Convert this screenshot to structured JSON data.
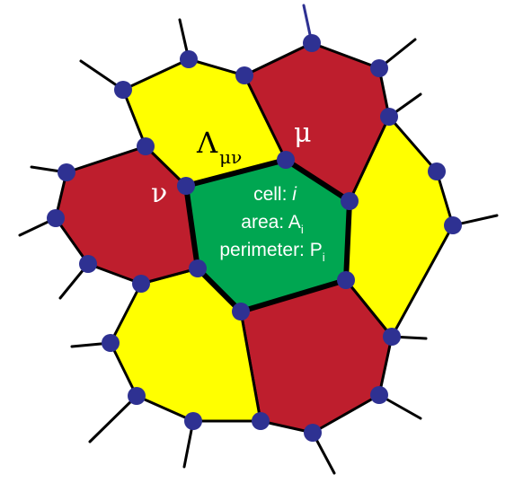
{
  "colors": {
    "yellow": "#ffff00",
    "red": "#be1e2d",
    "green": "#00a651",
    "vertex": "#2e3192",
    "edge": "#000000",
    "background": "#ffffff"
  },
  "labels": {
    "lambda": "Λ",
    "lambda_sub": "μν",
    "mu": "μ",
    "nu": "ν",
    "cell_prefix": "cell: ",
    "cell_index": "i",
    "area_prefix": "area: A",
    "area_sub": "i",
    "perimeter_prefix": "perimeter: P",
    "perimeter_sub": "i"
  }
}
